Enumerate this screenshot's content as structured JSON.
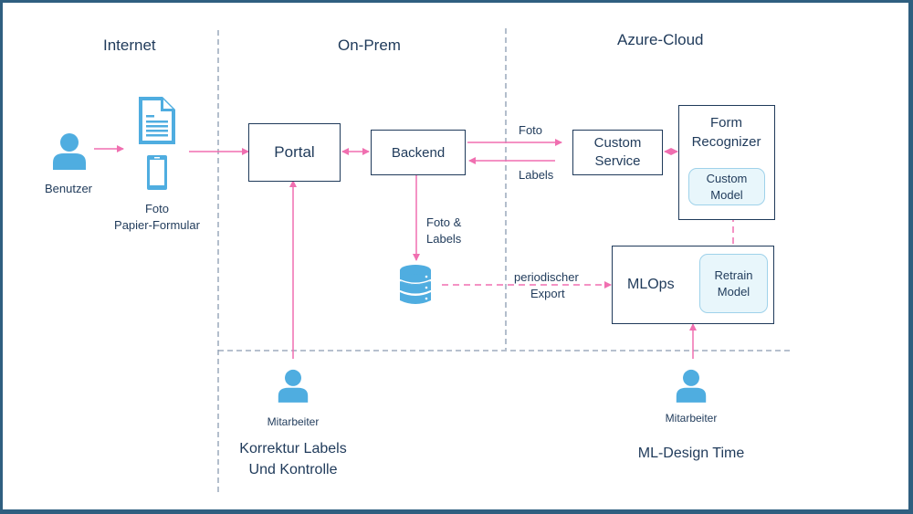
{
  "zones": {
    "internet": "Internet",
    "onprem": "On-Prem",
    "azure": "Azure-Cloud",
    "korrektur_line1": "Korrektur Labels",
    "korrektur_line2": "Und Kontrolle",
    "ml_design": "ML-Design Time"
  },
  "actors": {
    "benutzer": "Benutzer",
    "mitarbeiter_left": "Mitarbeiter",
    "mitarbeiter_right": "Mitarbeiter"
  },
  "documents": {
    "line1": "Foto",
    "line2": "Papier-Formular"
  },
  "components": {
    "portal": "Portal",
    "backend": "Backend",
    "custom_service_line1": "Custom",
    "custom_service_line2": "Service",
    "form_recognizer_line1": "Form",
    "form_recognizer_line2": "Recognizer",
    "custom_model_line1": "Custom",
    "custom_model_line2": "Model",
    "mlops": "MLOps",
    "retrain_line1": "Retrain",
    "retrain_line2": "Model"
  },
  "edges": {
    "foto": "Foto",
    "labels": "Labels",
    "foto_labels_line1": "Foto &",
    "foto_labels_line2": "Labels",
    "export_line1": "periodischer",
    "export_line2": "Export"
  },
  "colors": {
    "arrow": "#f06fb0",
    "icon": "#4fade0",
    "text": "#1f3a5a",
    "border": "#2f5f80",
    "inner_fill": "#e8f6fb",
    "divider": "#8a9bb0"
  }
}
